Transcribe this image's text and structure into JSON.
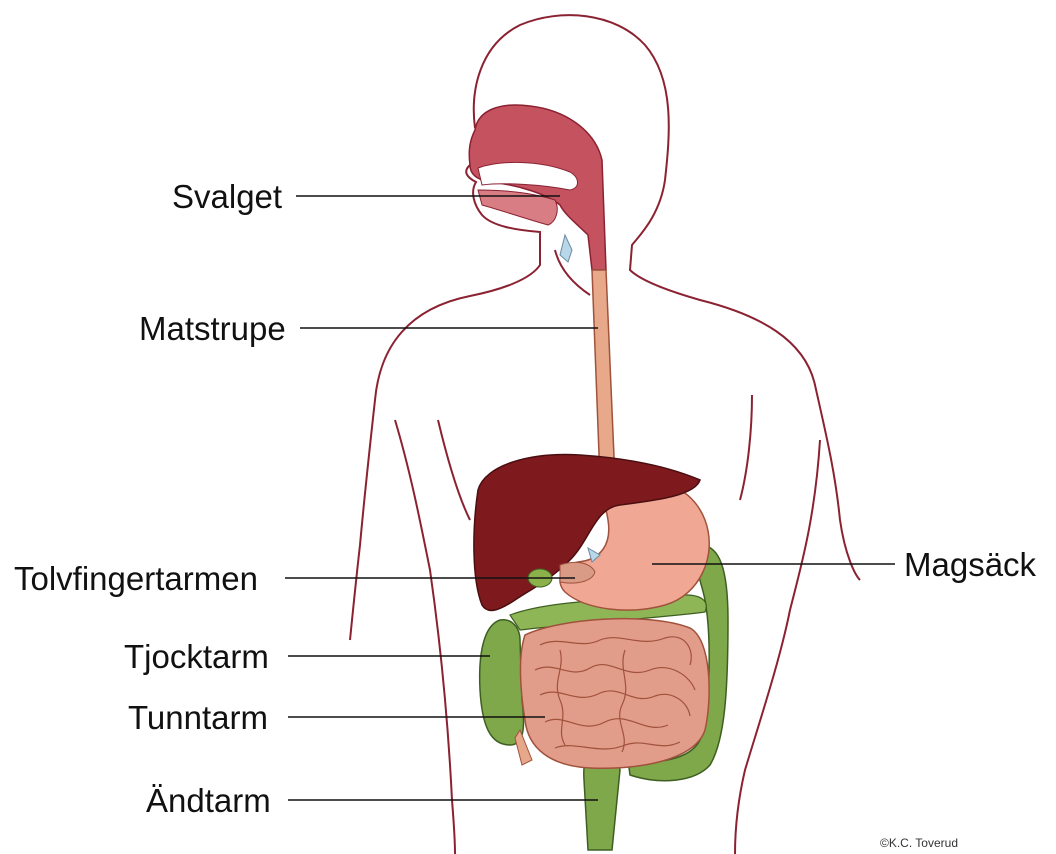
{
  "labels": {
    "pharynx": "Svalget",
    "esophagus": "Matstrupe",
    "duodenum": "Tolvfingertarmen",
    "stomach": "Magsäck",
    "colon": "Tjocktarm",
    "small_intestine": "Tunntarm",
    "rectum": "Ändtarm"
  },
  "credit": "©K.C. Toverud",
  "colors": {
    "outline": "#8b2232",
    "mouth": "#c4535f",
    "esophagus": "#e8a88a",
    "liver": "#7e1a1e",
    "stomach": "#f0a895",
    "small_intestine": "#e29c8a",
    "colon": "#7ea84a",
    "gallbladder": "#8cb04a",
    "leader": "#111111"
  }
}
